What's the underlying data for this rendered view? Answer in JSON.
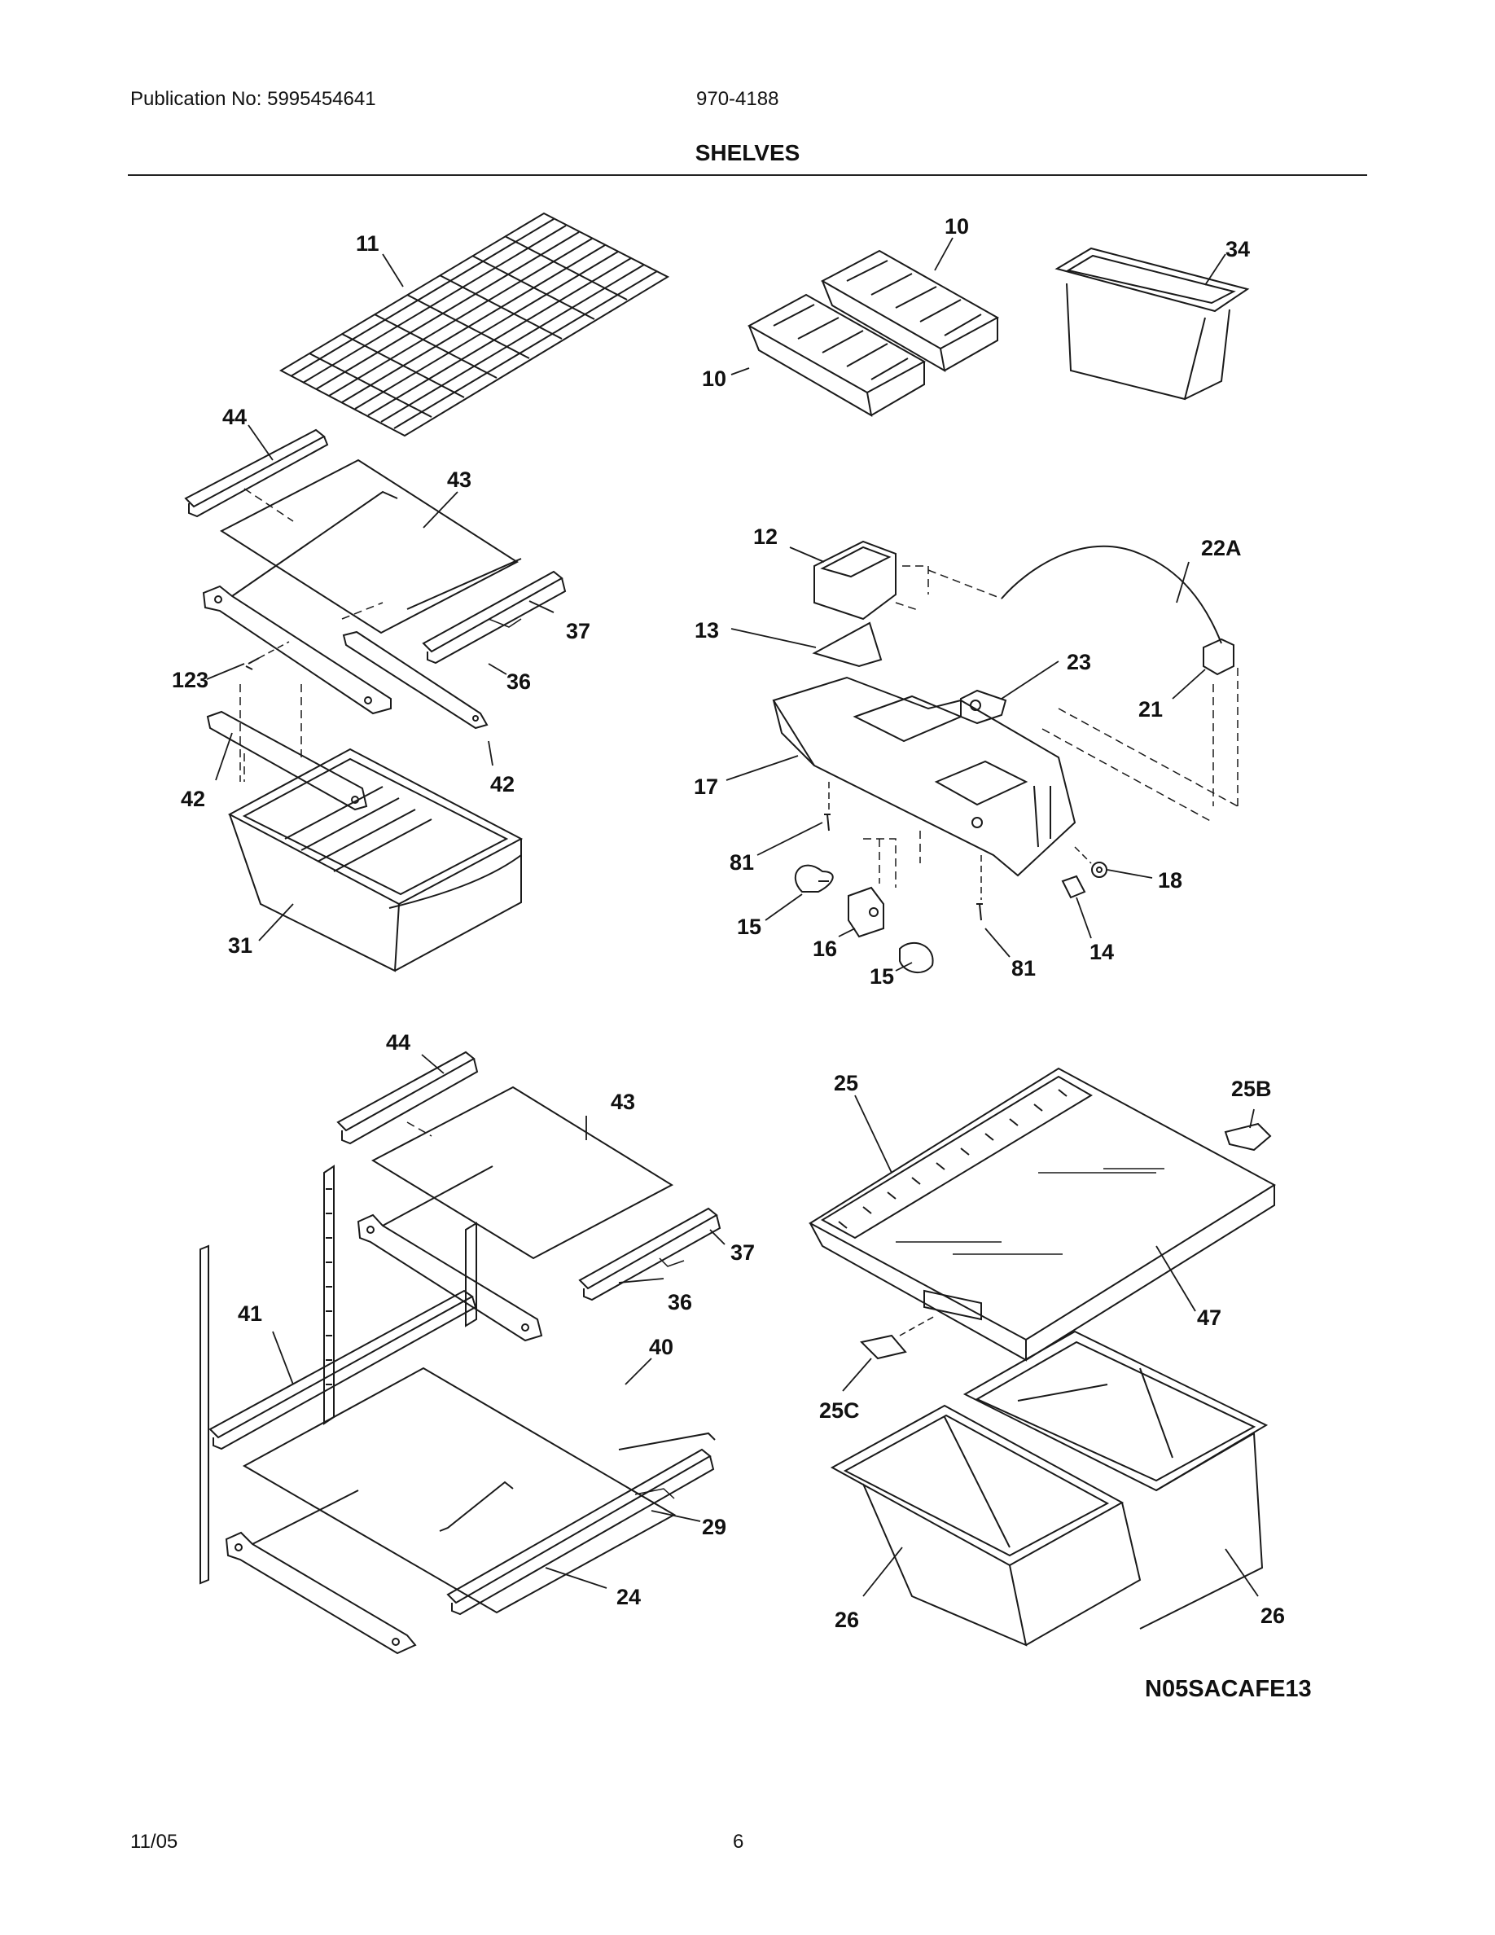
{
  "header": {
    "publication": "Publication No: 5995454641",
    "model": "970-4188",
    "title": "SHELVES"
  },
  "footer": {
    "date": "11/05",
    "page": "6"
  },
  "diagram_code": "N05SACAFE13",
  "callouts": {
    "c11": "11",
    "c44a": "44",
    "c43a": "43",
    "c37a": "37",
    "c36a": "36",
    "c123": "123",
    "c42a": "42",
    "c42b": "42",
    "c31": "31",
    "c10a": "10",
    "c10b": "10",
    "c34": "34",
    "c12": "12",
    "c22A": "22A",
    "c13": "13",
    "c23": "23",
    "c21": "21",
    "c17": "17",
    "c81a": "81",
    "c18": "18",
    "c15a": "15",
    "c16": "16",
    "c15b": "15",
    "c81b": "81",
    "c14": "14",
    "c44b": "44",
    "c43b": "43",
    "c37b": "37",
    "c36b": "36",
    "c41": "41",
    "c40": "40",
    "c29": "29",
    "c24": "24",
    "c25": "25",
    "c25B": "25B",
    "c47": "47",
    "c25C": "25C",
    "c26a": "26",
    "c26b": "26"
  }
}
